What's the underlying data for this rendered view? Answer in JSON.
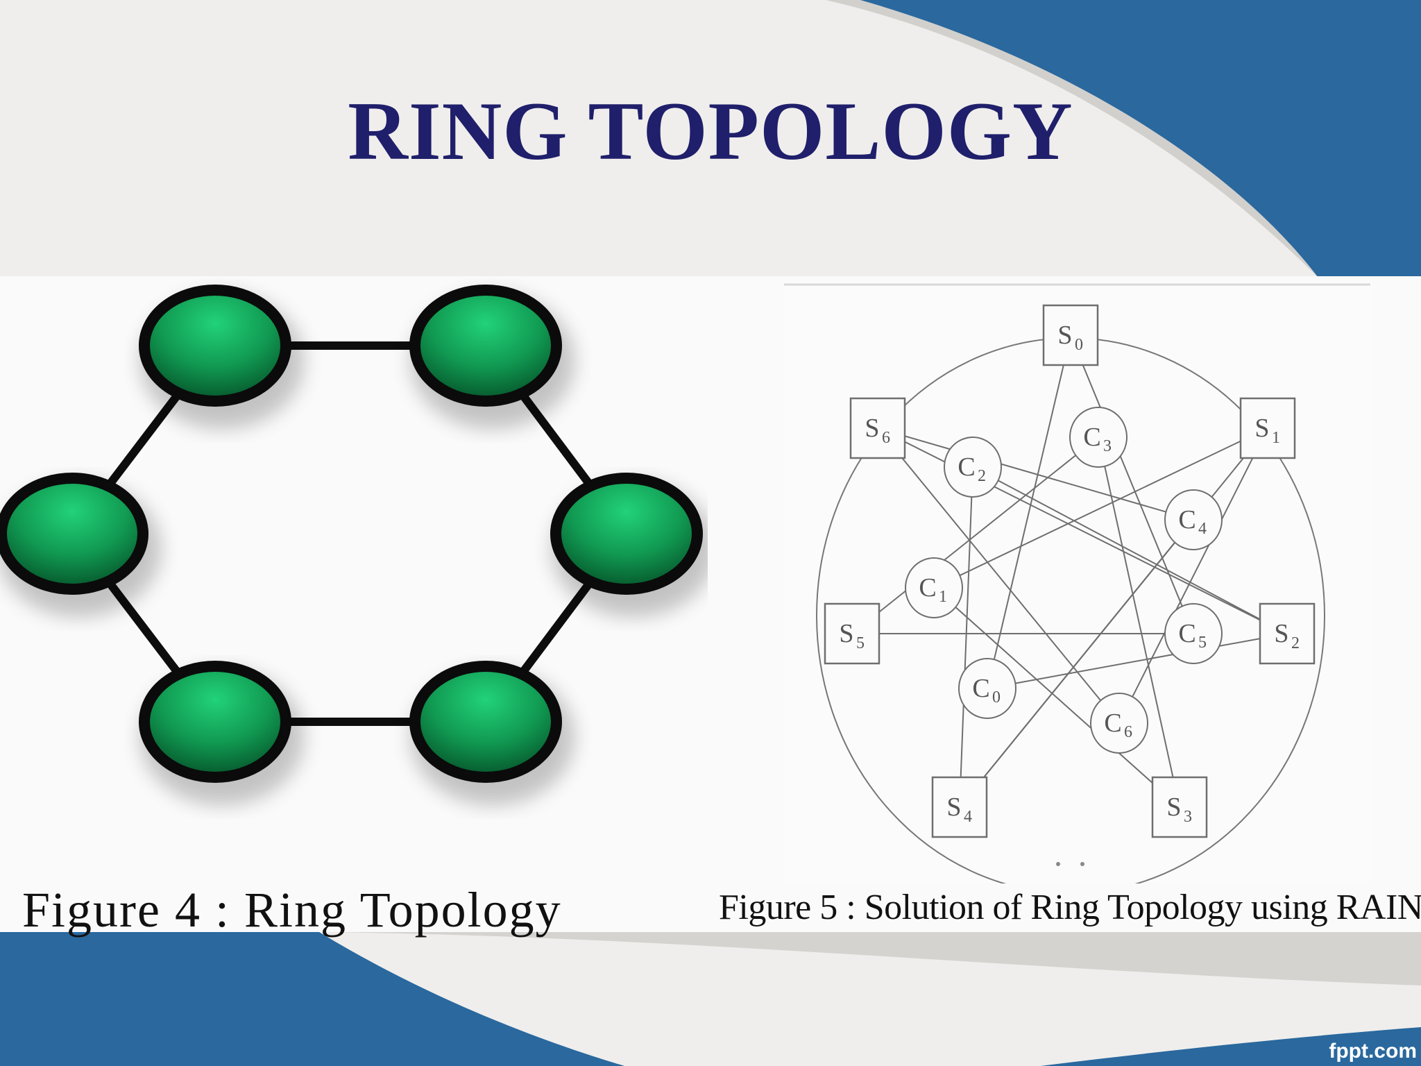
{
  "title": "RING TOPOLOGY",
  "figure_4": {
    "caption": "Figure 4 : Ring Topology",
    "node_count": 6,
    "node_color": "#16a05a",
    "link_color": "#0d0d0d"
  },
  "figure_5": {
    "caption": "Figure 5 : Solution of Ring Topology using RAIN",
    "switches": [
      {
        "base": "S",
        "sub": "0"
      },
      {
        "base": "S",
        "sub": "1"
      },
      {
        "base": "S",
        "sub": "2"
      },
      {
        "base": "S",
        "sub": "3"
      },
      {
        "base": "S",
        "sub": "4"
      },
      {
        "base": "S",
        "sub": "5"
      },
      {
        "base": "S",
        "sub": "6"
      }
    ],
    "computers": [
      {
        "base": "C",
        "sub": "0"
      },
      {
        "base": "C",
        "sub": "1"
      },
      {
        "base": "C",
        "sub": "2"
      },
      {
        "base": "C",
        "sub": "3"
      },
      {
        "base": "C",
        "sub": "4"
      },
      {
        "base": "C",
        "sub": "5"
      },
      {
        "base": "C",
        "sub": "6"
      }
    ]
  },
  "footer": {
    "brand": "fppt.com"
  },
  "colors": {
    "background_light": "#efeeec",
    "accent_blue": "#2a689e",
    "title": "#1f1f6b"
  }
}
